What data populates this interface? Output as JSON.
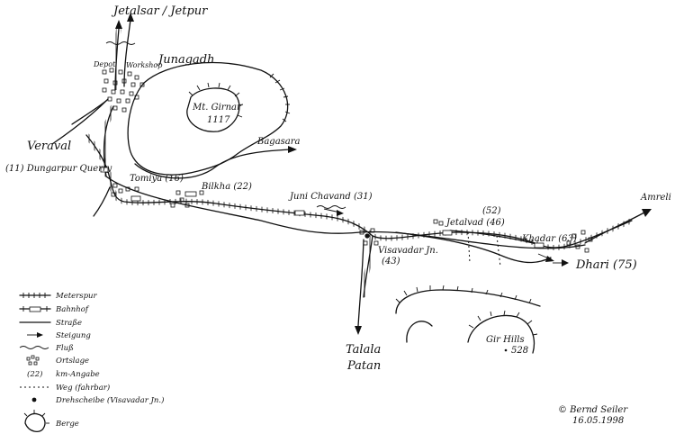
{
  "places": {
    "jetalsar": "Jetalsar / Jetpur",
    "depot": "Depot",
    "workshop": "Workshop",
    "junagadh": "Junagadh",
    "girnar": "Mt. Girnar",
    "girnar_height": "1117",
    "veraval": "Veraval",
    "bagasara": "Bagasara",
    "dungarpur": "(11) Dungarpur Querry",
    "tomiya": "Tomiya (16)",
    "bilkha": "Bilkha (22)",
    "juni_chavand": "Juni Chavand (31)",
    "km52": "(52)",
    "jetalvad": "Jetalvad (46)",
    "amreli": "Amreli",
    "visavadar": "Visavadar Jn.",
    "visavadar_km": "(43)",
    "khadar": "Khadar (63)",
    "dhari": "Dhari (75)",
    "talala": "Talala",
    "patan": "Patan",
    "gir_hills": "Gir Hills",
    "gir_height": "528"
  },
  "legend": {
    "meterspur": "Meterspur",
    "bahnhof": "Bahnhof",
    "strasse": "Straße",
    "steigung": "Steigung",
    "fluss": "Fluß",
    "ortslage": "Ortslage",
    "km_marker": "(22)",
    "km_angabe": "km-Angabe",
    "weg": "Weg (fahrbar)",
    "drehscheibe": "Drehscheibe (Visavadar Jn.)",
    "berge": "Berge"
  },
  "credit": {
    "author": "© Bernd Seiler",
    "date": "16.05.1998"
  }
}
